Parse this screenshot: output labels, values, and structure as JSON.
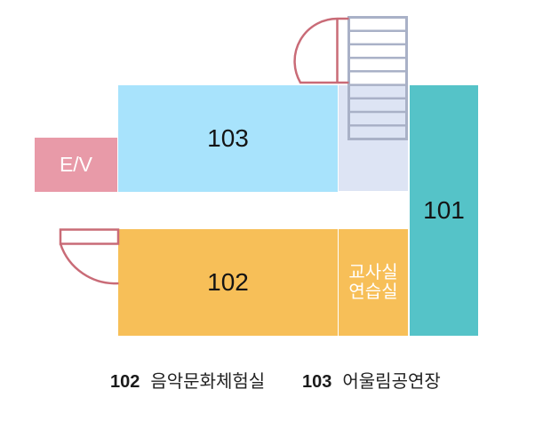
{
  "map": {
    "rooms": {
      "ev": {
        "label": "E/V",
        "color": "#e89aa8",
        "text_color": "#ffffff"
      },
      "r103": {
        "label": "103",
        "color": "#a8e3fc",
        "text_color": "#141414"
      },
      "r101": {
        "label": "101",
        "color": "#55c3c8",
        "text_color": "#141414"
      },
      "r102": {
        "label": "102",
        "color": "#f7bf58",
        "text_color": "#141414"
      },
      "annex": {
        "line1": "교사실",
        "line2": "연습실",
        "color": "#f7bf58",
        "text_color": "#ffffff"
      }
    },
    "hallway_color": "#dde4f4",
    "symbols": {
      "stairs": "stairs-icon",
      "top_door": "door-swing-icon",
      "left_door": "door-swing-icon"
    },
    "symbol_colors": {
      "door_outline": "#c96b77",
      "stairs_outline": "#a9b1c7"
    }
  },
  "legend": {
    "entry1": {
      "number": "102",
      "name": "음악문화체험실"
    },
    "entry2": {
      "number": "103",
      "name": "어울림공연장"
    }
  },
  "colors": {
    "background": "#ffffff",
    "legend_text": "#222222"
  }
}
